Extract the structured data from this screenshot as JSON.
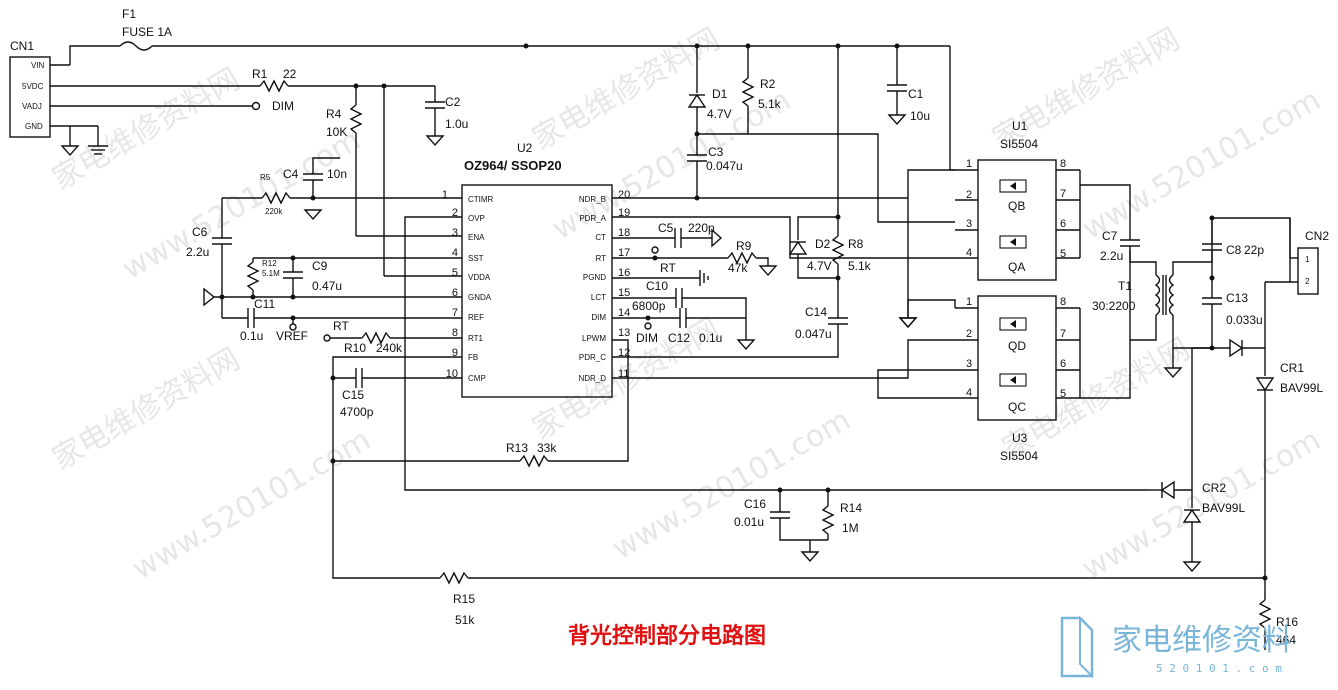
{
  "caption": "背光控制部分电路图",
  "watermark": {
    "text_cn": "家电维修资料网",
    "text_url": "www.520101.com"
  },
  "logo": {
    "text": "家电维修资料",
    "url": "5 2 0 1 0 1 . c o m"
  },
  "connectors": {
    "cn1": {
      "ref": "CN1",
      "pins": [
        "VIN",
        "5VDC",
        "VADJ",
        "GND"
      ]
    },
    "cn2": {
      "ref": "CN2",
      "pins": [
        "1",
        "2"
      ]
    }
  },
  "ic": {
    "ref": "U2",
    "part": "OZ964/ SSOP20",
    "left_pins": [
      {
        "num": "1",
        "name": "CTIMR"
      },
      {
        "num": "2",
        "name": "OVP"
      },
      {
        "num": "3",
        "name": "ENA"
      },
      {
        "num": "4",
        "name": "SST"
      },
      {
        "num": "5",
        "name": "VDDA"
      },
      {
        "num": "6",
        "name": "GNDA"
      },
      {
        "num": "7",
        "name": "REF"
      },
      {
        "num": "8",
        "name": "RT1"
      },
      {
        "num": "9",
        "name": "FB"
      },
      {
        "num": "10",
        "name": "CMP"
      }
    ],
    "right_pins": [
      {
        "num": "20",
        "name": "NDR_B"
      },
      {
        "num": "19",
        "name": "PDR_A"
      },
      {
        "num": "18",
        "name": "CT"
      },
      {
        "num": "17",
        "name": "RT"
      },
      {
        "num": "16",
        "name": "PGND"
      },
      {
        "num": "15",
        "name": "LCT"
      },
      {
        "num": "14",
        "name": "DIM"
      },
      {
        "num": "13",
        "name": "LPWM"
      },
      {
        "num": "12",
        "name": "PDR_C"
      },
      {
        "num": "11",
        "name": "NDR_D"
      }
    ]
  },
  "mosfets": {
    "u1": {
      "ref": "U1",
      "part": "SI5504",
      "top": "QB",
      "bottom": "QA",
      "pins": [
        "1",
        "2",
        "3",
        "4",
        "8",
        "7",
        "6",
        "5"
      ]
    },
    "u3": {
      "ref": "U3",
      "part": "SI5504",
      "top": "QD",
      "bottom": "QC",
      "pins": [
        "1",
        "2",
        "3",
        "4",
        "8",
        "7",
        "6",
        "5"
      ]
    }
  },
  "parts": {
    "f1": {
      "ref": "F1",
      "value": "FUSE 1A"
    },
    "r1": {
      "ref": "R1",
      "value": "22"
    },
    "dim": "DIM",
    "c2": {
      "ref": "C2",
      "value": "1.0u"
    },
    "r4": {
      "ref": "R4",
      "value": "10K"
    },
    "r5": {
      "ref": "R5",
      "value": "220k"
    },
    "c4": {
      "ref": "C4",
      "value": "10n"
    },
    "c6": {
      "ref": "C6",
      "value": "2.2u"
    },
    "r12": {
      "ref": "R12",
      "value": "5.1M"
    },
    "c9": {
      "ref": "C9",
      "value": "0.47u"
    },
    "c11": {
      "ref": "C11",
      "value": "0.1u"
    },
    "vref": "VREF",
    "rt_left": "RT",
    "r10": {
      "ref": "R10",
      "value": "240k"
    },
    "c15": {
      "ref": "C15",
      "value": "4700p"
    },
    "r13": {
      "ref": "R13",
      "value": "33k"
    },
    "r15": {
      "ref": "R15",
      "value": "51k"
    },
    "d1": {
      "ref": "D1",
      "value": "4.7V"
    },
    "r2": {
      "ref": "R2",
      "value": "5.1k"
    },
    "c1": {
      "ref": "C1",
      "value": "10u"
    },
    "c3": {
      "ref": "C3",
      "value": "0.047u"
    },
    "c5": {
      "ref": "C5",
      "value": "220p"
    },
    "r9": {
      "ref": "R9",
      "value": "47k"
    },
    "rt_right": "RT",
    "c10": {
      "ref": "C10",
      "value": "6800p"
    },
    "dim2": "DIM",
    "c12": {
      "ref": "C12",
      "value": "0.1u"
    },
    "d2": {
      "ref": "D2",
      "value": "4.7V"
    },
    "r8": {
      "ref": "R8",
      "value": "5.1k"
    },
    "c14": {
      "ref": "C14",
      "value": "0.047u"
    },
    "c7": {
      "ref": "C7",
      "value": "2.2u"
    },
    "t1": {
      "ref": "T1",
      "value": "30:2200"
    },
    "c8": {
      "ref": "C8",
      "value": "22p"
    },
    "c13": {
      "ref": "C13",
      "value": "0.033u"
    },
    "cr1": {
      "ref": "CR1",
      "value": "BAV99L"
    },
    "cr2": {
      "ref": "CR2",
      "value": "BAV99L"
    },
    "c16": {
      "ref": "C16",
      "value": "0.01u"
    },
    "r14": {
      "ref": "R14",
      "value": "1M"
    },
    "r16": {
      "ref": "R16",
      "value": "464"
    }
  }
}
